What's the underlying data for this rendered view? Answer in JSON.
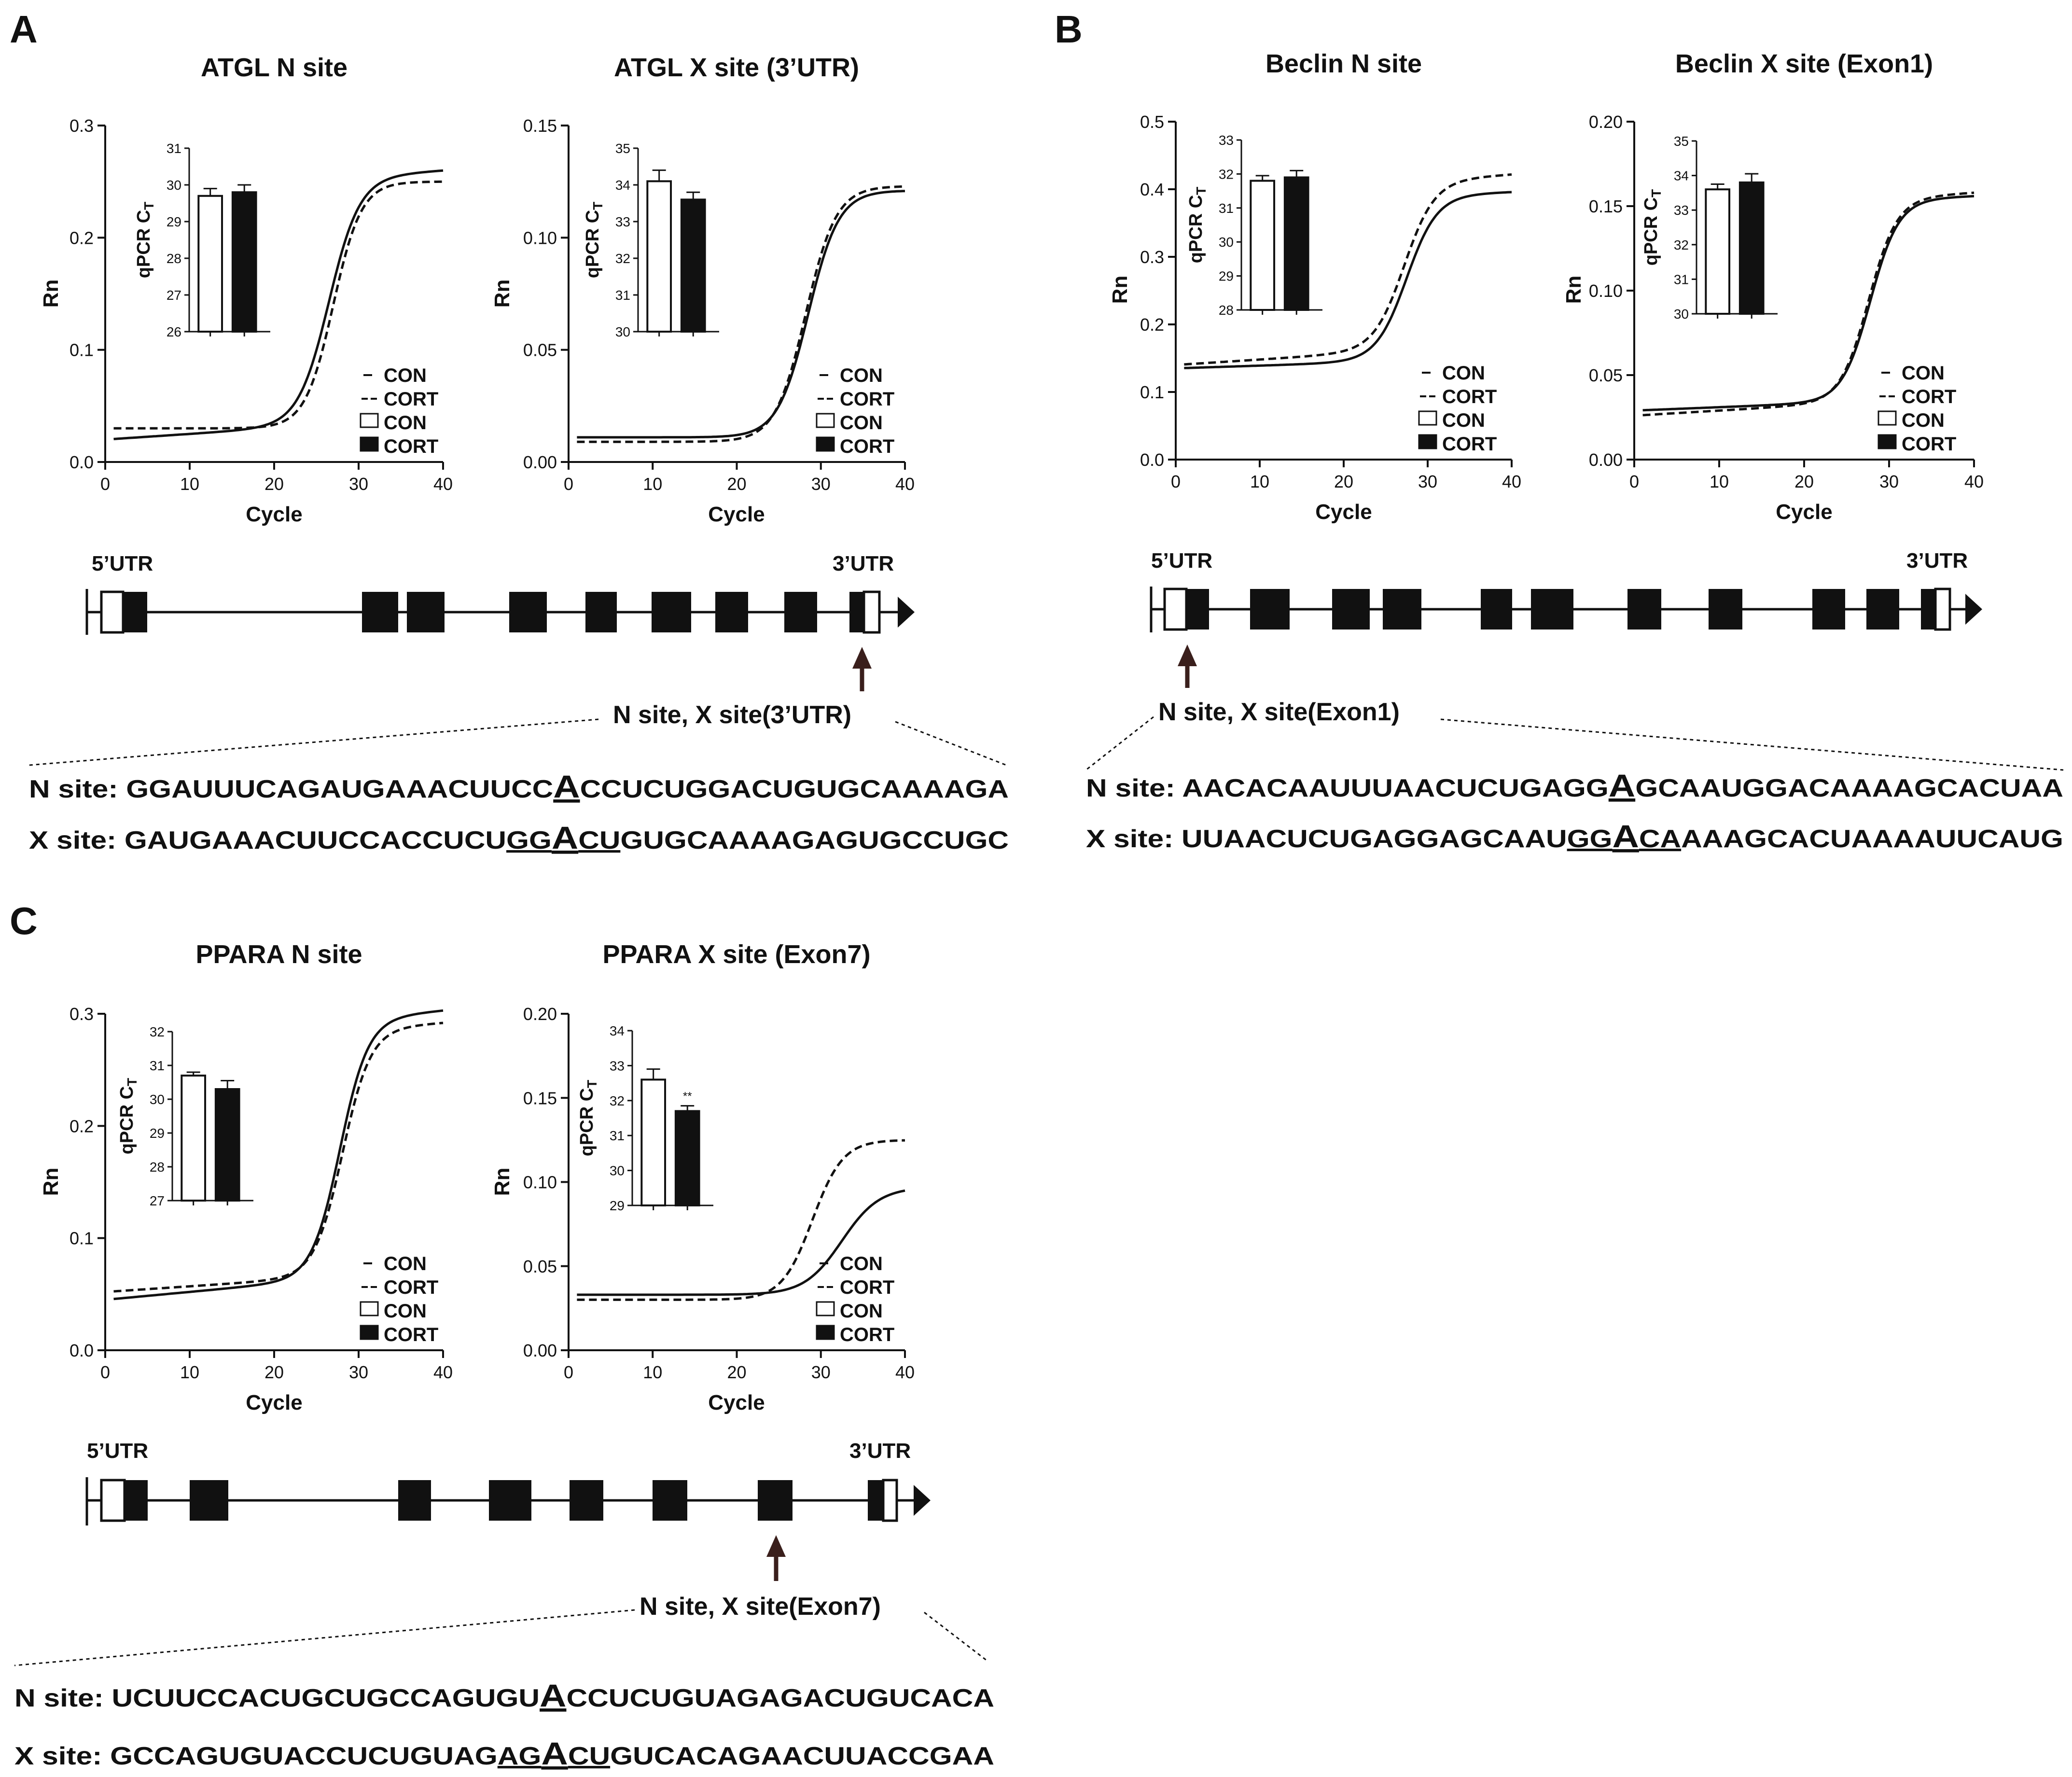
{
  "chart_data": [
    {
      "type": "line",
      "panel": "A",
      "title": "ATGL N site",
      "xlabel": "Cycle",
      "ylabel": "Rn",
      "xlim": [
        0,
        40
      ],
      "ylim": [
        0,
        0.3
      ],
      "xticks": [
        "0",
        "10",
        "20",
        "30",
        "40"
      ],
      "yticks": [
        "0.0",
        "0.1",
        "0.2",
        "0.3"
      ],
      "legend": [
        "CON",
        "CORT",
        "CON",
        "CORT"
      ],
      "series": [
        {
          "name": "CON",
          "style": "solid",
          "baseline": 0.02,
          "slope": 0.0005,
          "plateau": 0.24,
          "midpoint": 26.5,
          "steepness": 0.55
        },
        {
          "name": "CORT",
          "style": "dashed",
          "baseline": 0.03,
          "slope": 0.0,
          "plateau": 0.25,
          "midpoint": 27.0,
          "steepness": 0.6
        }
      ],
      "inset": {
        "type": "bar",
        "ylabel": "qPCR C",
        "ylabel_sub": "T",
        "ylim": [
          26,
          31
        ],
        "yticks": [
          "26",
          "27",
          "28",
          "29",
          "30",
          "31"
        ],
        "categories": [
          "CON",
          "CORT"
        ],
        "values": [
          29.7,
          29.8
        ],
        "errors": [
          0.2,
          0.2
        ],
        "significance": ""
      }
    },
    {
      "type": "line",
      "panel": "A",
      "title": "ATGL X site (3’UTR)",
      "xlabel": "Cycle",
      "ylabel": "Rn",
      "xlim": [
        0,
        40
      ],
      "ylim": [
        0,
        0.15
      ],
      "xticks": [
        "0",
        "10",
        "20",
        "30",
        "40"
      ],
      "yticks": [
        "0.00",
        "0.05",
        "0.10",
        "0.15"
      ],
      "legend": [
        "CON",
        "CORT",
        "CON",
        "CORT"
      ],
      "series": [
        {
          "name": "CON",
          "style": "solid",
          "baseline": 0.011,
          "slope": 0.0,
          "plateau": 0.121,
          "midpoint": 28.5,
          "steepness": 0.55
        },
        {
          "name": "CORT",
          "style": "dashed",
          "baseline": 0.009,
          "slope": 0.0,
          "plateau": 0.123,
          "midpoint": 28.2,
          "steepness": 0.55
        }
      ],
      "inset": {
        "type": "bar",
        "ylabel": "qPCR C",
        "ylabel_sub": "T",
        "ylim": [
          30,
          35
        ],
        "yticks": [
          "30",
          "31",
          "32",
          "33",
          "34",
          "35"
        ],
        "categories": [
          "CON",
          "CORT"
        ],
        "values": [
          34.1,
          33.6
        ],
        "errors": [
          0.3,
          0.2
        ],
        "significance": ""
      }
    },
    {
      "type": "line",
      "panel": "B",
      "title": "Beclin N site",
      "xlabel": "Cycle",
      "ylabel": "Rn",
      "xlim": [
        0,
        40
      ],
      "ylim": [
        0,
        0.5
      ],
      "xticks": [
        "0",
        "10",
        "20",
        "30",
        "40"
      ],
      "yticks": [
        "0.0",
        "0.1",
        "0.2",
        "0.3",
        "0.4",
        "0.5"
      ],
      "legend": [
        "CON",
        "CORT",
        "CON",
        "CORT"
      ],
      "series": [
        {
          "name": "CON",
          "style": "solid",
          "baseline": 0.135,
          "slope": 0.0004,
          "plateau": 0.38,
          "midpoint": 27.5,
          "steepness": 0.55
        },
        {
          "name": "CORT",
          "style": "dashed",
          "baseline": 0.14,
          "slope": 0.0008,
          "plateau": 0.39,
          "midpoint": 27.2,
          "steepness": 0.55
        }
      ],
      "inset": {
        "type": "bar",
        "ylabel": "qPCR C",
        "ylabel_sub": "T",
        "ylim": [
          28,
          33
        ],
        "yticks": [
          "28",
          "29",
          "30",
          "31",
          "32",
          "33"
        ],
        "categories": [
          "CON",
          "CORT"
        ],
        "values": [
          31.8,
          31.9
        ],
        "errors": [
          0.15,
          0.2
        ],
        "significance": ""
      }
    },
    {
      "type": "line",
      "panel": "B",
      "title": "Beclin X site (Exon1)",
      "xlabel": "Cycle",
      "ylabel": "Rn",
      "xlim": [
        0,
        40
      ],
      "ylim": [
        0,
        0.2
      ],
      "xticks": [
        "0",
        "10",
        "20",
        "30",
        "40"
      ],
      "yticks": [
        "0.00",
        "0.05",
        "0.10",
        "0.15",
        "0.20"
      ],
      "legend": [
        "CON",
        "CORT",
        "CON",
        "CORT"
      ],
      "series": [
        {
          "name": "CON",
          "style": "solid",
          "baseline": 0.029,
          "slope": 0.0002,
          "plateau": 0.148,
          "midpoint": 27.8,
          "steepness": 0.6
        },
        {
          "name": "CORT",
          "style": "dashed",
          "baseline": 0.026,
          "slope": 0.0003,
          "plateau": 0.146,
          "midpoint": 27.6,
          "steepness": 0.6
        }
      ],
      "inset": {
        "type": "bar",
        "ylabel": "qPCR C",
        "ylabel_sub": "T",
        "ylim": [
          30,
          35
        ],
        "yticks": [
          "30",
          "31",
          "32",
          "33",
          "34",
          "35"
        ],
        "categories": [
          "CON",
          "CORT"
        ],
        "values": [
          33.6,
          33.8
        ],
        "errors": [
          0.15,
          0.25
        ],
        "significance": ""
      }
    },
    {
      "type": "line",
      "panel": "C",
      "title": "PPARA N site",
      "xlabel": "Cycle",
      "ylabel": "Rn",
      "xlim": [
        0,
        40
      ],
      "ylim": [
        0,
        0.3
      ],
      "xticks": [
        "0",
        "10",
        "20",
        "30",
        "40"
      ],
      "yticks": [
        "0.0",
        "0.1",
        "0.2",
        "0.3"
      ],
      "legend": [
        "CON",
        "CORT",
        "CON",
        "CORT"
      ],
      "series": [
        {
          "name": "CON",
          "style": "solid",
          "baseline": 0.045,
          "slope": 0.0007,
          "plateau": 0.275,
          "midpoint": 27.8,
          "steepness": 0.6
        },
        {
          "name": "CORT",
          "style": "dashed",
          "baseline": 0.052,
          "slope": 0.0005,
          "plateau": 0.272,
          "midpoint": 28.1,
          "steepness": 0.6
        }
      ],
      "inset": {
        "type": "bar",
        "ylabel": "qPCR C",
        "ylabel_sub": "T",
        "ylim": [
          27,
          32
        ],
        "yticks": [
          "27",
          "28",
          "29",
          "30",
          "31",
          "32"
        ],
        "categories": [
          "CON",
          "CORT"
        ],
        "values": [
          30.7,
          30.3
        ],
        "errors": [
          0.1,
          0.25
        ],
        "significance": ""
      }
    },
    {
      "type": "line",
      "panel": "C",
      "title": "PPARA X site (Exon7)",
      "xlabel": "Cycle",
      "ylabel": "Rn",
      "xlim": [
        0,
        40
      ],
      "ylim": [
        0,
        0.2
      ],
      "xticks": [
        "0",
        "10",
        "20",
        "30",
        "40"
      ],
      "yticks": [
        "0.00",
        "0.05",
        "0.10",
        "0.15",
        "0.20"
      ],
      "legend": [
        "CON",
        "CORT",
        "CON",
        "CORT"
      ],
      "series": [
        {
          "name": "CON",
          "style": "solid",
          "baseline": 0.033,
          "slope": 0.0,
          "plateau": 0.097,
          "midpoint": 32.5,
          "steepness": 0.45
        },
        {
          "name": "CORT",
          "style": "dashed",
          "baseline": 0.03,
          "slope": 0.0,
          "plateau": 0.125,
          "midpoint": 29.0,
          "steepness": 0.55
        }
      ],
      "inset": {
        "type": "bar",
        "ylabel": "qPCR C",
        "ylabel_sub": "T",
        "ylim": [
          29,
          34
        ],
        "yticks": [
          "29",
          "30",
          "31",
          "32",
          "33",
          "34"
        ],
        "categories": [
          "CON",
          "CORT"
        ],
        "values": [
          32.6,
          31.7
        ],
        "errors": [
          0.3,
          0.15
        ],
        "significance": "**"
      }
    }
  ],
  "panels": [
    {
      "label": "A",
      "gene": {
        "left_label": "5’UTR",
        "right_label": "3’UTR",
        "site_label": "N site, X site(3’UTR)"
      },
      "sequences": [
        {
          "prefix": "N site: ",
          "pre": "GGAUUUCAGAUGAAACUUCC",
          "motif_pre": "",
          "key": "A",
          "motif_post": "",
          "post": "CCUCUGGACUGUGCAAAAGA"
        },
        {
          "prefix": "X site: ",
          "pre": "GAUGAAACUUCCACCUCU",
          "motif_pre": "GG",
          "key": "A",
          "motif_post": "CU",
          "post": "GUGCAAAAGAGUGCCUGC"
        }
      ]
    },
    {
      "label": "B",
      "gene": {
        "left_label": "5’UTR",
        "right_label": "3’UTR",
        "site_label": "N site, X site(Exon1)"
      },
      "sequences": [
        {
          "prefix": "N site: ",
          "pre": "AACACAAUUUAACUCUGAGG",
          "motif_pre": "",
          "key": "A",
          "motif_post": "",
          "post": "GCAAUGGACAAAAGCACUAA"
        },
        {
          "prefix": "X site: ",
          "pre": "UUAACUCUGAGGAGCAAU",
          "motif_pre": "GG",
          "key": "A",
          "motif_post": "CA",
          "post": "AAAGCACUAAAAUUCAUG"
        }
      ]
    },
    {
      "label": "C",
      "gene": {
        "left_label": "5’UTR",
        "right_label": "3’UTR",
        "site_label": "N site, X site(Exon7)"
      },
      "sequences": [
        {
          "prefix": "N site: ",
          "pre": "UCUUCCACUGCUGCCAGUGU",
          "motif_pre": "",
          "key": "A",
          "motif_post": "",
          "post": "CCUCUGUAGAGACUGUCACA"
        },
        {
          "prefix": "X site: ",
          "pre": "GCCAGUGUACCUCUGUAG",
          "motif_pre": "AG",
          "key": "A",
          "motif_post": "CU",
          "post": "GUCACAGAACUUACCGAA"
        }
      ]
    }
  ]
}
